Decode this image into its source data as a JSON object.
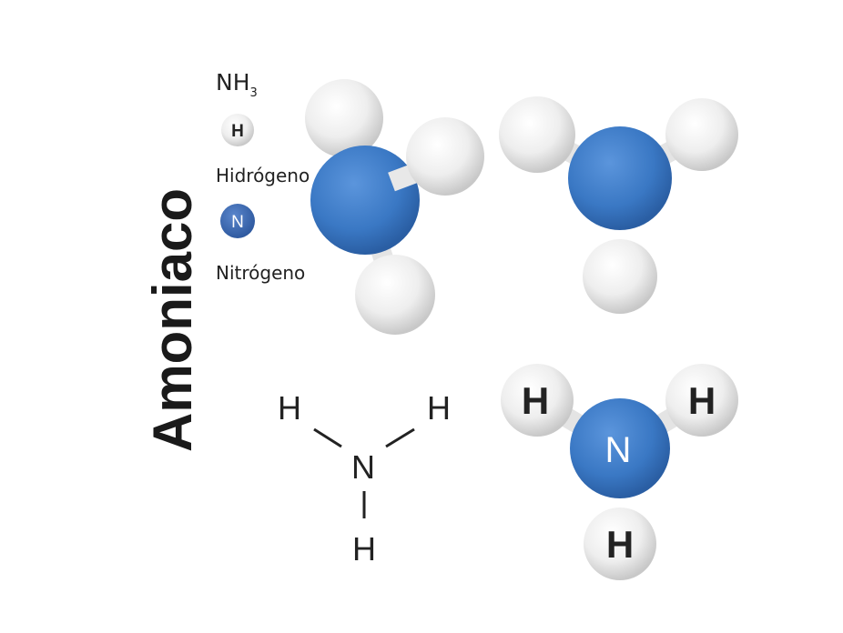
{
  "title": "Amoniaco",
  "formula": {
    "main": "NH",
    "subscript": "3"
  },
  "legend": [
    {
      "symbol": "H",
      "label": "Hidrógeno",
      "color": "#e6e6e6"
    },
    {
      "symbol": "N",
      "label": "Nitrógeno",
      "color": "#3f6db5"
    }
  ],
  "structural": {
    "center": "N",
    "ligands": [
      "H",
      "H",
      "H"
    ]
  },
  "labeled_model": {
    "center": "N",
    "ligands": [
      "H",
      "H",
      "H"
    ]
  },
  "colors": {
    "nitrogen": "#3a78c4",
    "hydrogen": "#eeeeee",
    "text": "#222222"
  }
}
